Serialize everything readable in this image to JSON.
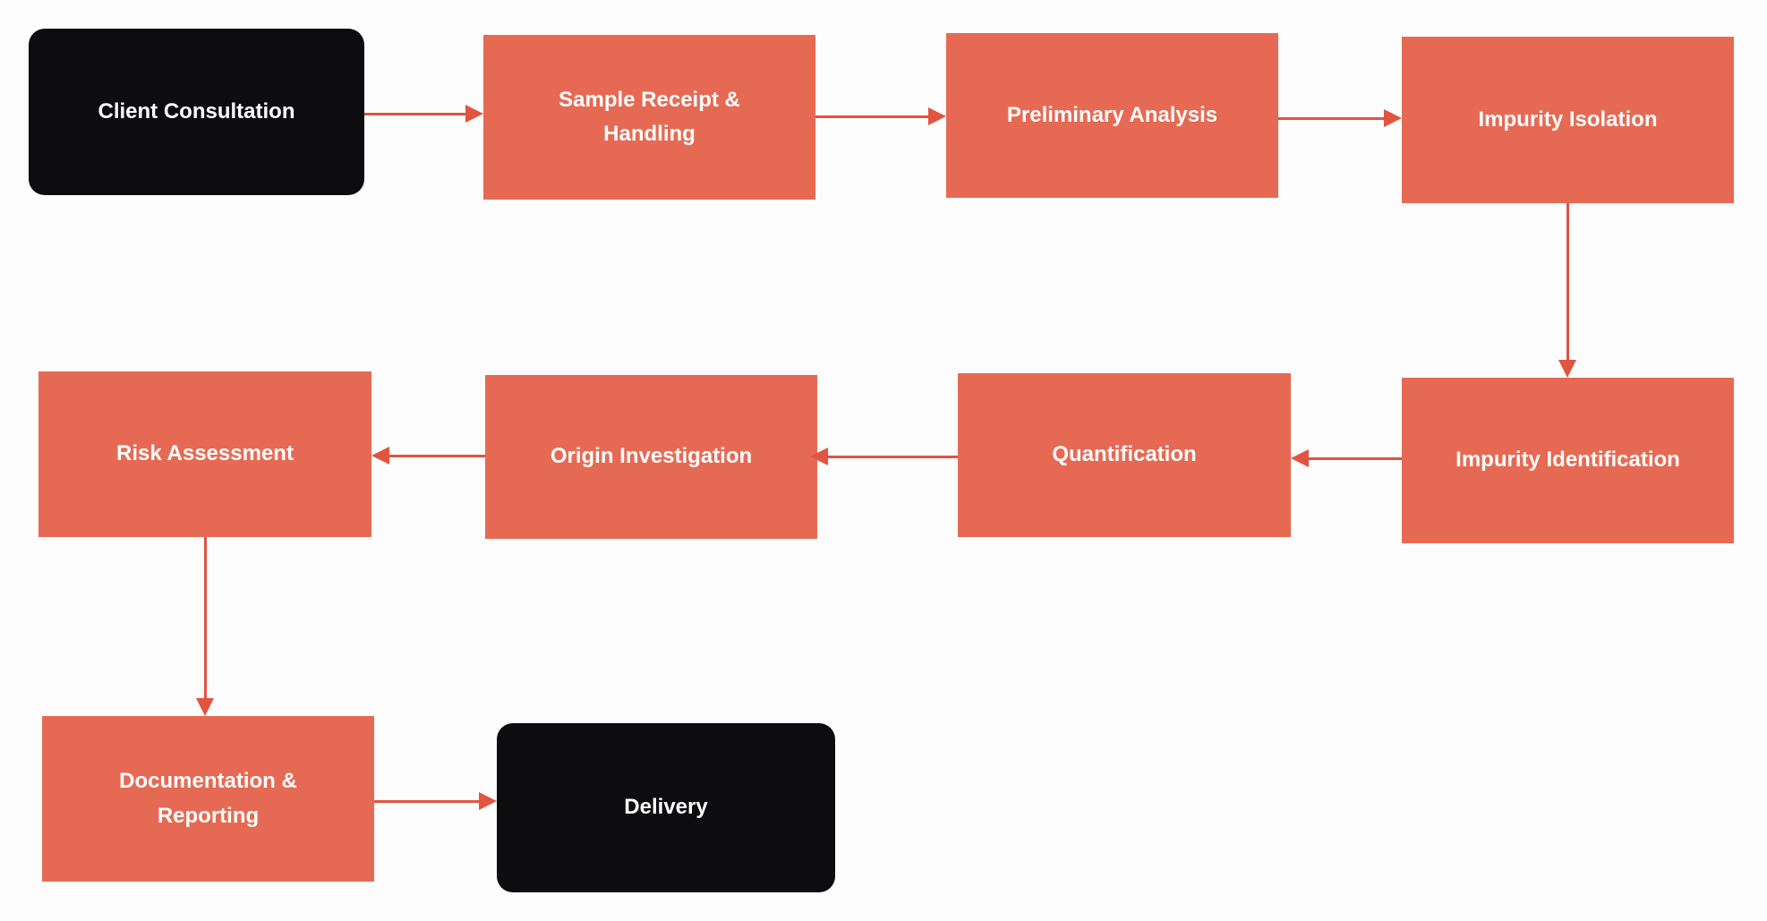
{
  "diagram": {
    "type": "flowchart",
    "nodes": [
      {
        "id": "client-consultation",
        "label": "Client Consultation",
        "shape": "rounded-rectangle",
        "style": "terminal"
      },
      {
        "id": "sample-receipt-handling",
        "label": "Sample Receipt & Handling",
        "shape": "rectangle",
        "style": "process"
      },
      {
        "id": "preliminary-analysis",
        "label": "Preliminary Analysis",
        "shape": "rectangle",
        "style": "process"
      },
      {
        "id": "impurity-isolation",
        "label": "Impurity Isolation",
        "shape": "rectangle",
        "style": "process"
      },
      {
        "id": "impurity-identification",
        "label": "Impurity Identification",
        "shape": "rectangle",
        "style": "process"
      },
      {
        "id": "quantification",
        "label": "Quantification",
        "shape": "rectangle",
        "style": "process"
      },
      {
        "id": "origin-investigation",
        "label": "Origin Investigation",
        "shape": "rectangle",
        "style": "process"
      },
      {
        "id": "risk-assessment",
        "label": "Risk Assessment",
        "shape": "rectangle",
        "style": "process"
      },
      {
        "id": "documentation-reporting",
        "label": "Documentation & Reporting",
        "shape": "rectangle",
        "style": "process"
      },
      {
        "id": "delivery",
        "label": "Delivery",
        "shape": "rounded-rectangle",
        "style": "terminal"
      }
    ],
    "edges": [
      {
        "from": "client-consultation",
        "to": "sample-receipt-handling",
        "direction": "right"
      },
      {
        "from": "sample-receipt-handling",
        "to": "preliminary-analysis",
        "direction": "right"
      },
      {
        "from": "preliminary-analysis",
        "to": "impurity-isolation",
        "direction": "right"
      },
      {
        "from": "impurity-isolation",
        "to": "impurity-identification",
        "direction": "down"
      },
      {
        "from": "impurity-identification",
        "to": "quantification",
        "direction": "left"
      },
      {
        "from": "quantification",
        "to": "origin-investigation",
        "direction": "left"
      },
      {
        "from": "origin-investigation",
        "to": "risk-assessment",
        "direction": "left"
      },
      {
        "from": "risk-assessment",
        "to": "documentation-reporting",
        "direction": "down"
      },
      {
        "from": "documentation-reporting",
        "to": "delivery",
        "direction": "right"
      }
    ],
    "colors": {
      "canvas_bg": "#fdfdfd",
      "process_fill": "#e66a53",
      "terminal_fill": "#0d0d0f",
      "arrow": "#e25440",
      "node_text": "#ffffff"
    }
  }
}
